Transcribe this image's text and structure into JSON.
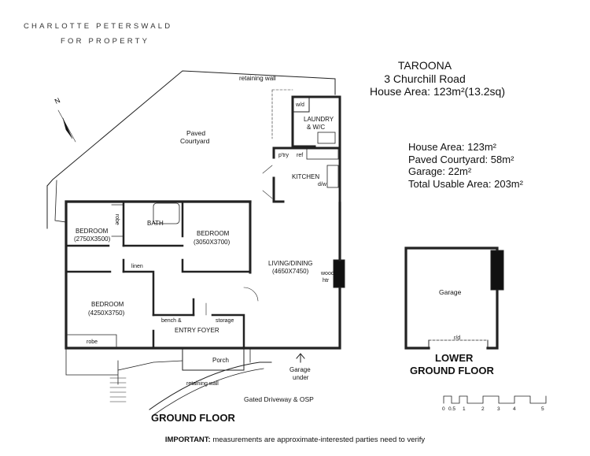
{
  "brand": {
    "line1": "CHARLOTTE PETERSWALD",
    "line2": "FOR PROPERTY"
  },
  "header": {
    "suburb": "TAROONA",
    "address": "3 Churchill Road",
    "house_area": "House Area: 123m²(13.2sq)"
  },
  "areas": {
    "house": "House Area: 123m²",
    "courtyard": "Paved Courtyard: 58m²",
    "garage": "Garage: 22m²",
    "total": "Total Usable Area: 203m²"
  },
  "ground_floor": {
    "title": "GROUND FLOOR",
    "labels": {
      "retaining_wall_top": "retaining wall",
      "retaining_wall_bottom": "retaining wall",
      "paved_courtyard_1": "Paved",
      "paved_courtyard_2": "Courtyard",
      "wd": "w/d",
      "laundry_1": "LAUNDRY",
      "laundry_2": "& W/C",
      "ptry": "p'try",
      "ref": "ref",
      "kitchen": "KITCHEN",
      "dw": "d/w",
      "bedroom1_name": "BEDROOM",
      "bedroom1_dim": "(2750X3500)",
      "robe1": "robe",
      "bath": "BATH",
      "bedroom2_name": "BEDROOM",
      "bedroom2_dim": "(3050X3700)",
      "linen": "linen",
      "living_name": "LIVING/DINING",
      "living_dim": "(4650X7450)",
      "woodhtr_1": "wood",
      "woodhtr_2": "htr",
      "bedroom3_name": "BEDROOM",
      "bedroom3_dim": "(4250X3750)",
      "bench": "bench &",
      "storage": "storage",
      "entry": "ENTRY FOYER",
      "robe2": "robe",
      "porch": "Porch",
      "garage_under_1": "Garage",
      "garage_under_2": "under",
      "driveway": "Gated Driveway & OSP",
      "north": "N"
    }
  },
  "lower_floor": {
    "title_1": "LOWER",
    "title_2": "GROUND FLOOR",
    "garage": "Garage",
    "rd": "r/d"
  },
  "scale": {
    "ticks": [
      "0",
      "0.5",
      "1",
      "2",
      "3",
      "4",
      "5"
    ]
  },
  "notice": {
    "bold": "IMPORTANT:",
    "rest": " measurements are approximate-interested parties need to verify"
  }
}
